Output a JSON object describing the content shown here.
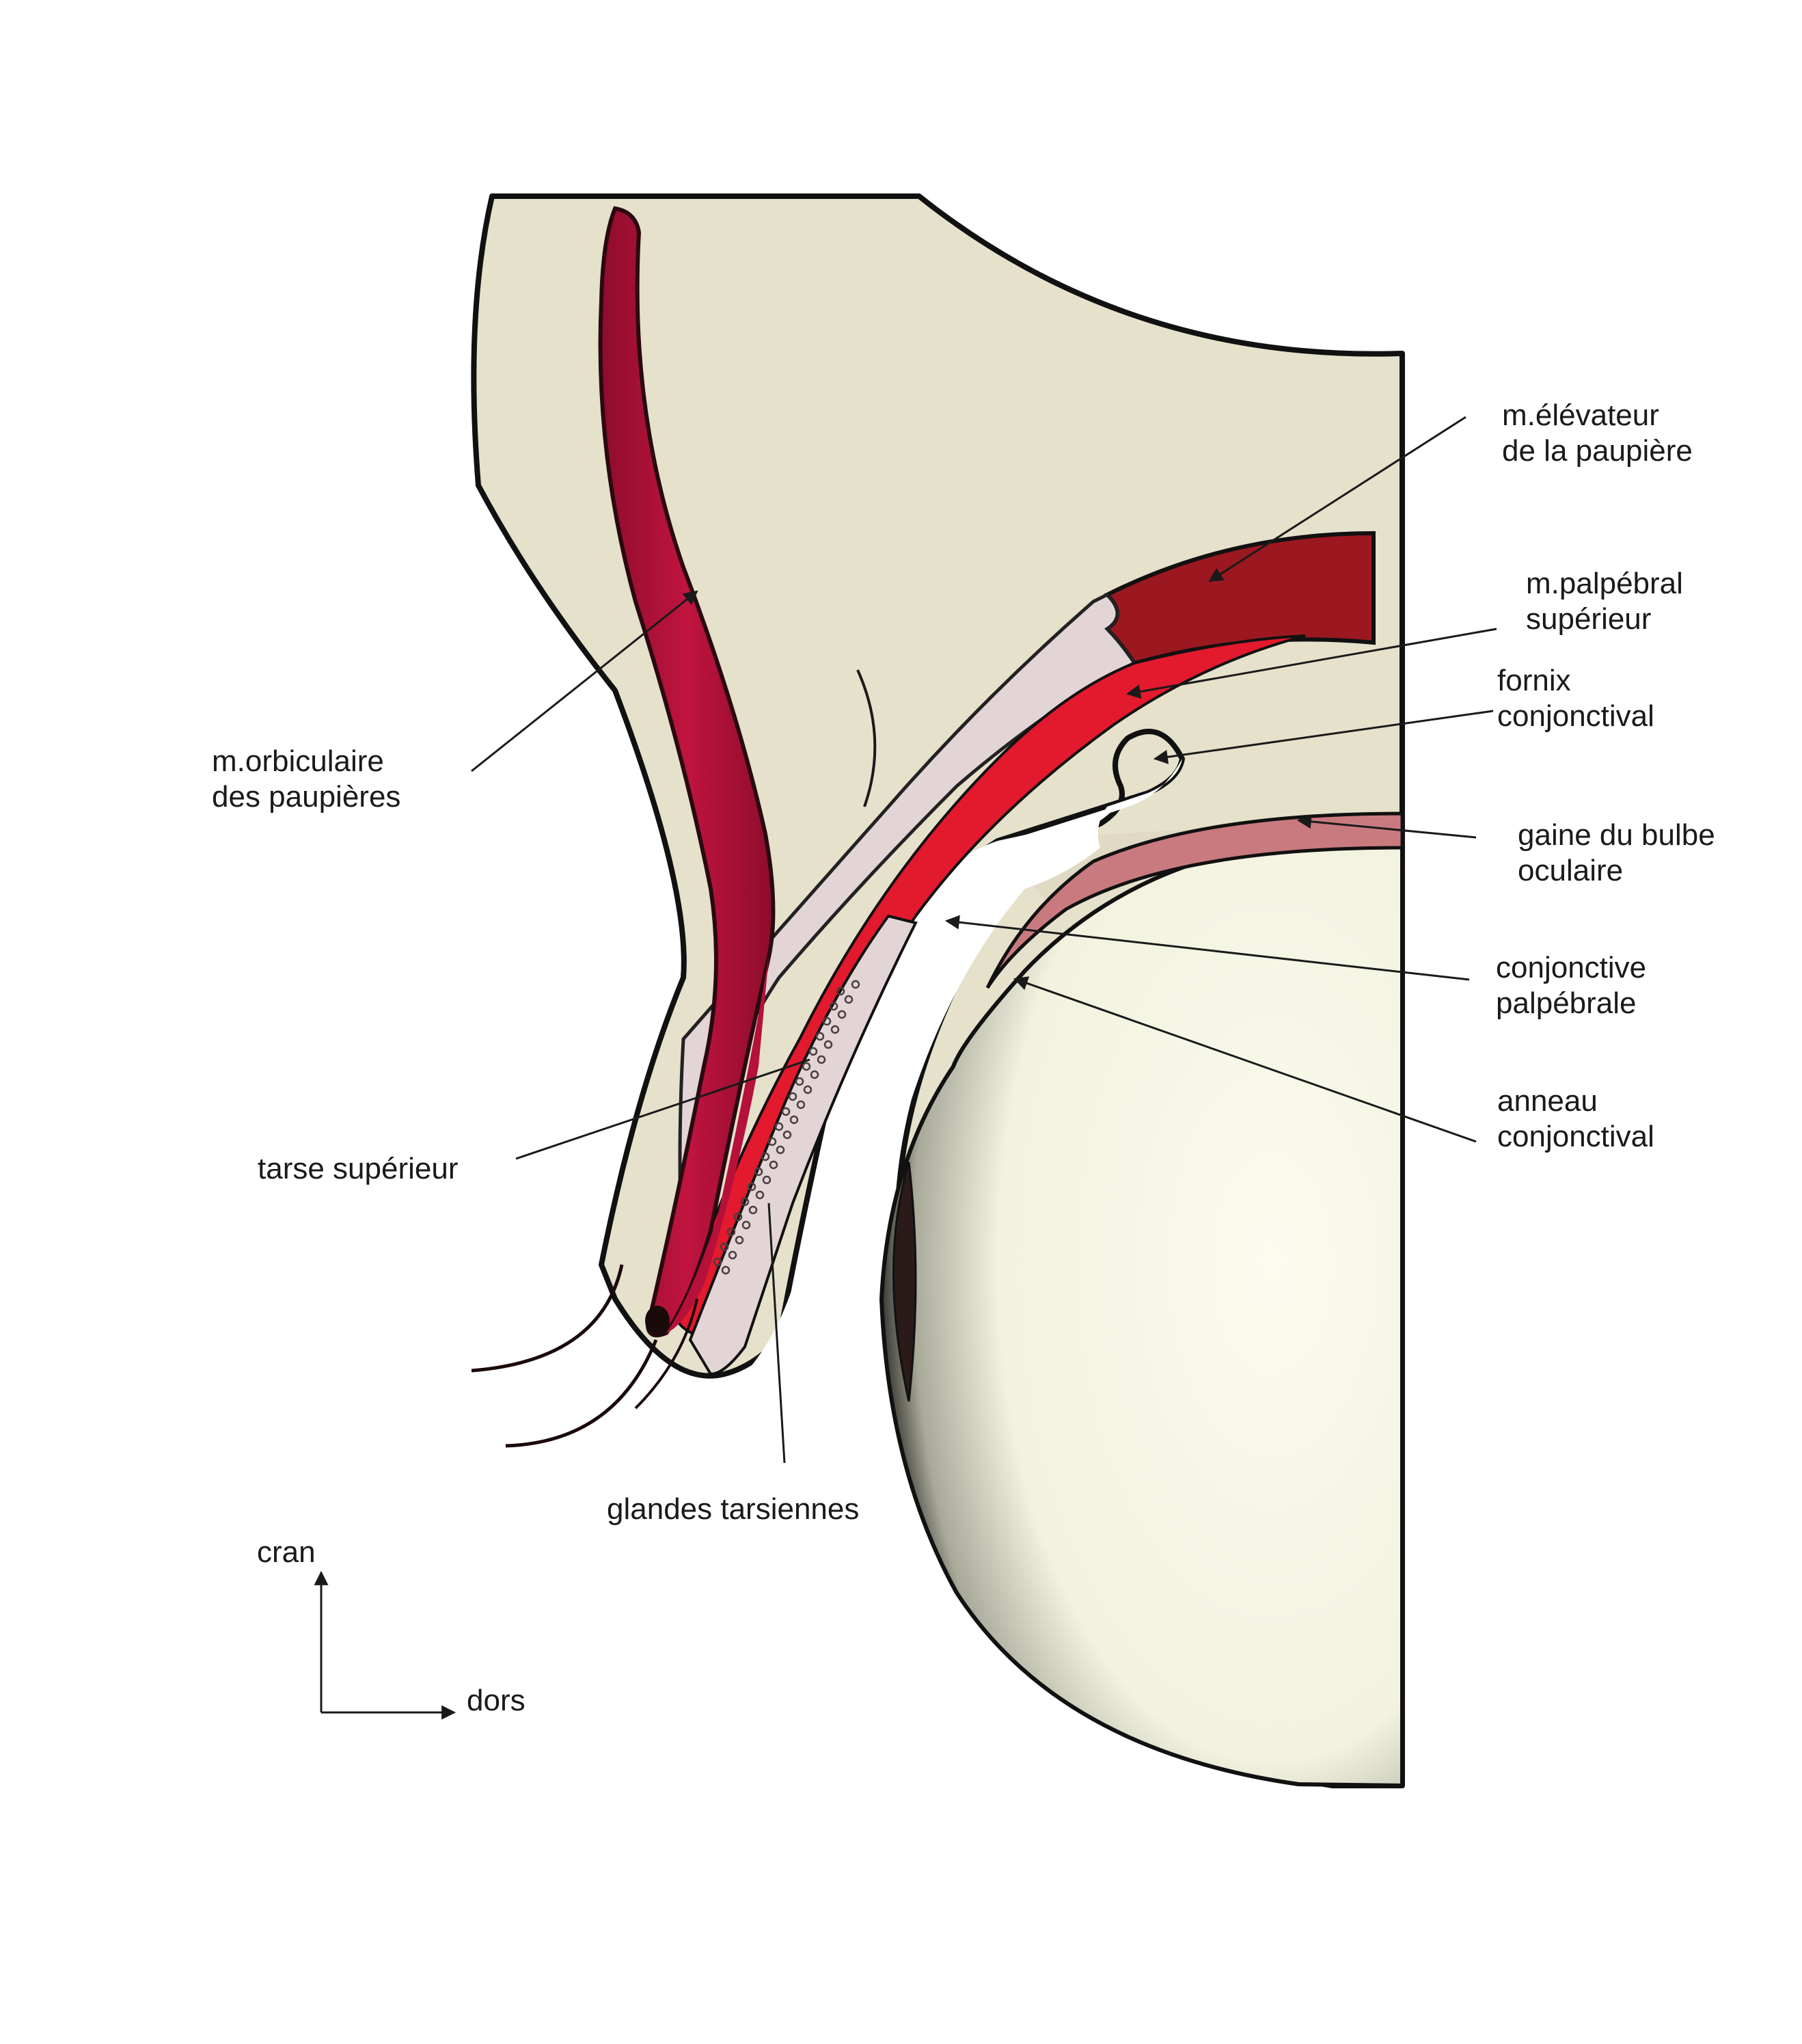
{
  "labels": {
    "elevateur_line1": "m.élévateur",
    "elevateur_line2": "de la paupière",
    "palpebral_line1": "m.palpébral",
    "palpebral_line2": "supérieur",
    "fornix_line1": "fornix",
    "fornix_line2": "conjonctival",
    "gaine_line1": "gaine du bulbe",
    "gaine_line2": "oculaire",
    "conj_palp_line1": "conjonctive",
    "conj_palp_line2": "palpébrale",
    "anneau_line1": "anneau",
    "anneau_line2": "conjonctival",
    "orbiculaire_line1": "m.orbiculaire",
    "orbiculaire_line2": "des paupières",
    "tarse": "tarse supérieur",
    "glandes": "glandes tarsiennes"
  },
  "orientation": {
    "up": "cran",
    "right": "dors"
  },
  "colors": {
    "tissue": "#e5e1cb",
    "orbicularis": "#b5113a",
    "levator": "#9b1820",
    "palpebral_muscle": "#e3192d",
    "tarsus": "#e3d5d6",
    "sheath": "#c97a7e",
    "globe": "#f4f4e2",
    "outline": "#111111"
  }
}
